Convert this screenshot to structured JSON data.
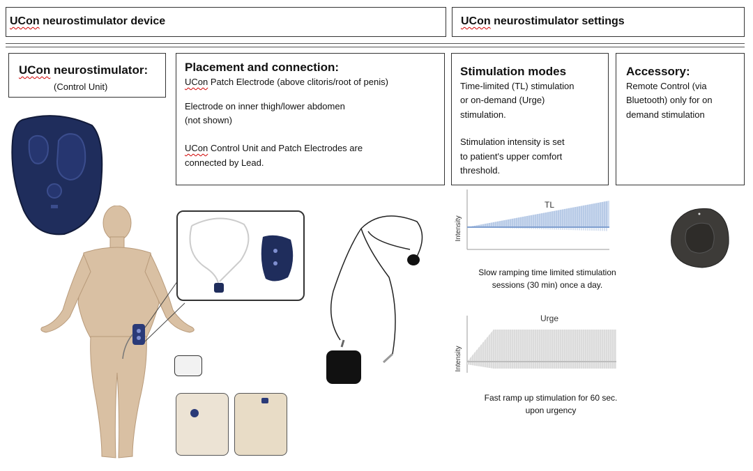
{
  "headers": {
    "device": "UCon neurostimulator device",
    "settings": "UCon neurostimulator settings"
  },
  "control_unit": {
    "title": "UCon neurostimulator:",
    "subtitle": "(Control Unit)"
  },
  "placement": {
    "title": "Placement and connection:",
    "lines": [
      "UCon Patch Electrode (above clitoris/root of penis)",
      "Electrode on inner thigh/lower abdomen",
      "(not shown)",
      "UCon Control Unit and Patch Electrodes are",
      "connected by Lead."
    ]
  },
  "modes": {
    "title": "Stimulation modes",
    "lines": [
      "Time-limited (TL) stimulation",
      "or on-demand (Urge)",
      "stimulation.",
      "Stimulation intensity is set",
      "to patient's upper comfort",
      "threshold."
    ]
  },
  "accessory": {
    "title": "Accessory:",
    "lines": [
      "Remote Control (via",
      "Bluetooth) only for on",
      "demand stimulation"
    ]
  },
  "tl_chart": {
    "label": "TL",
    "ylabel": "Intensity",
    "caption": [
      "Slow ramping time limited stimulation",
      "sessions (30 min) once a day."
    ]
  },
  "urge_chart": {
    "label": "Urge",
    "ylabel": "Intensity",
    "caption": [
      "Fast ramp up stimulation for 60 sec.",
      "upon urgency"
    ]
  },
  "colors": {
    "device_blue": "#1f2d5c",
    "skin": "#d9c0a3",
    "chart_blue": "#7f9fd0",
    "chart_gray": "#bdbdbd"
  }
}
